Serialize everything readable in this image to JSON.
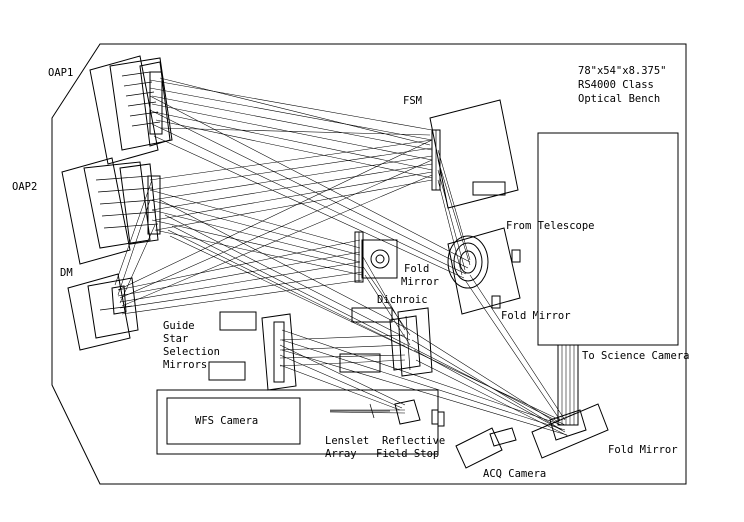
{
  "bench": {
    "spec_line1": "78\"x54\"x8.375\"",
    "spec_line2": "RS4000 Class",
    "spec_line3": "Optical Bench"
  },
  "labels": {
    "oap1": "OAP1",
    "oap2": "OAP2",
    "dm": "DM",
    "fsm": "FSM",
    "from_telescope": "From Telescope",
    "fold_mirror_upper_1": "Fold",
    "fold_mirror_upper_2": "Mirror",
    "fold_mirror_mid": "Fold Mirror",
    "dichroic": "Dichroic",
    "guide_1": "Guide",
    "guide_2": "Star",
    "guide_3": "Selection",
    "guide_4": "Mirrors",
    "to_science_camera": "To Science Camera",
    "wfs_camera": "WFS Camera",
    "lenslet_1": "Lenslet",
    "lenslet_2": "Array",
    "reflective_1": "Reflective",
    "reflective_2": "Field Stop",
    "acq_camera": "ACQ Camera",
    "fold_mirror_lower": "Fold Mirror"
  }
}
